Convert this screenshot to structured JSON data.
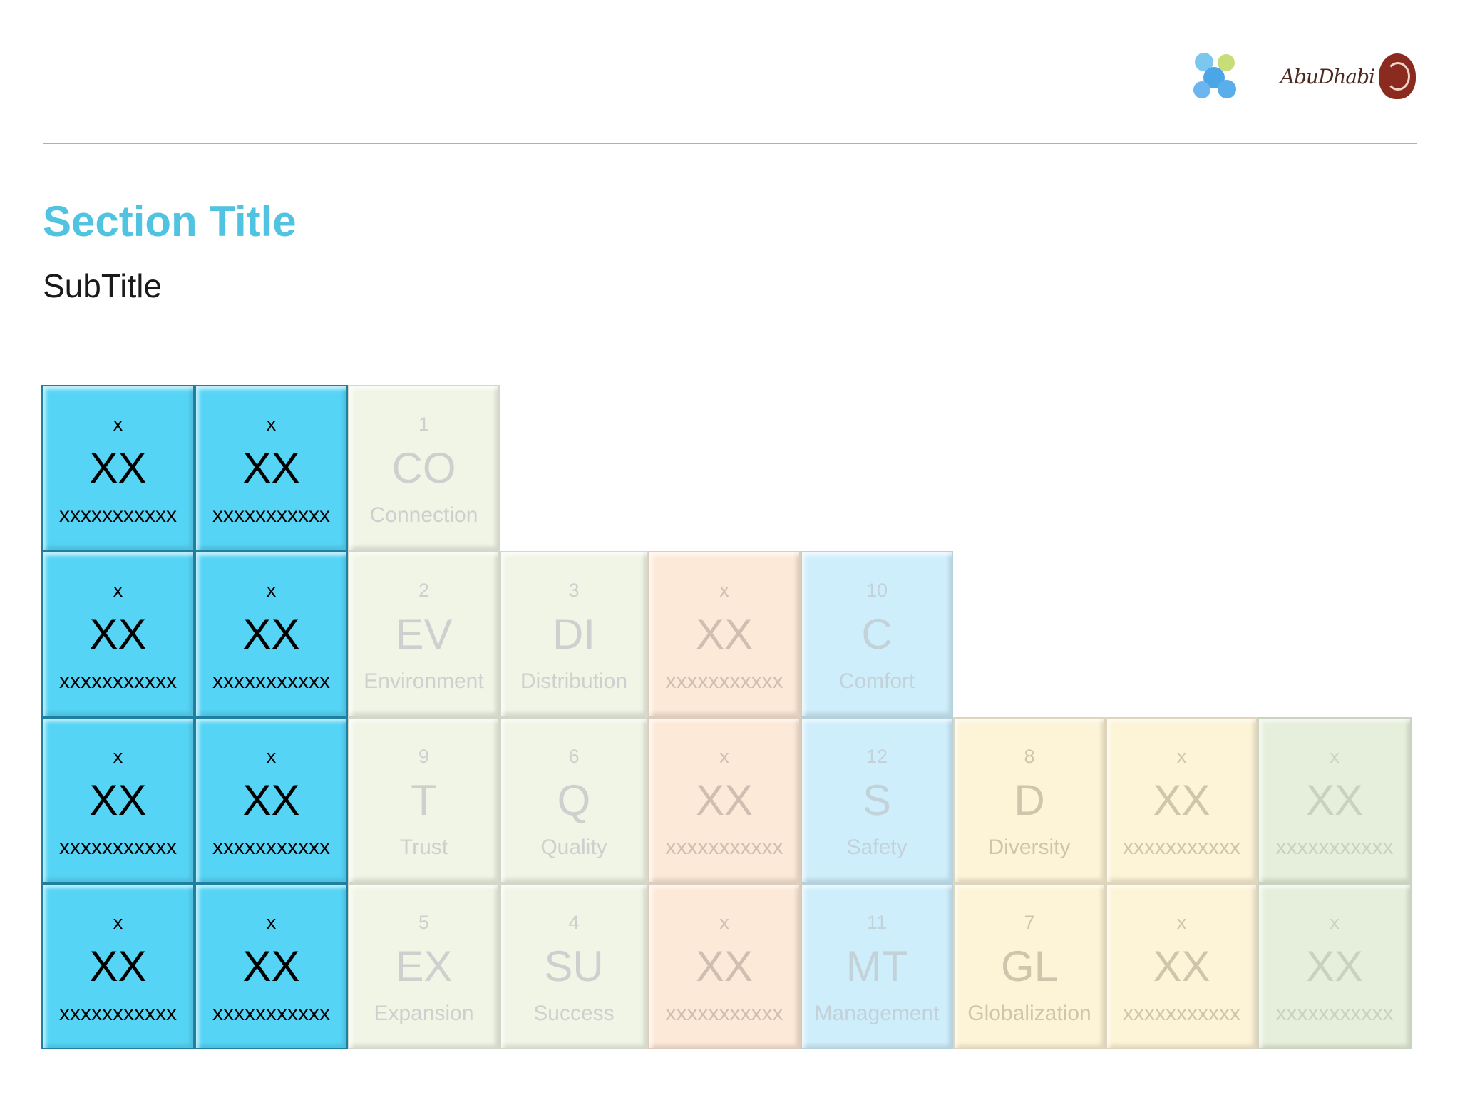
{
  "header": {
    "section_title": "Section Title",
    "subtitle": "SubTitle",
    "brand_text": "AbuDhabi"
  },
  "colors": {
    "accent": "#4fc3df",
    "blue_tile": "#55d4f5",
    "green_tile": "#f0f5e6",
    "peach_tile": "#fde9d7",
    "sky_tile": "#cfeefb",
    "cream_tile": "#fdf3d7",
    "mint_tile": "#e6efdb"
  },
  "grid": {
    "columns": 9,
    "rows": 4,
    "tiles": [
      {
        "row": 1,
        "col": 1,
        "style": "blue",
        "num": "x",
        "sym": "XX",
        "name": "xxxxxxxxxxx"
      },
      {
        "row": 1,
        "col": 2,
        "style": "blue",
        "num": "x",
        "sym": "XX",
        "name": "xxxxxxxxxxx"
      },
      {
        "row": 1,
        "col": 3,
        "style": "green",
        "num": "1",
        "sym": "CO",
        "name": "Connection"
      },
      {
        "row": 2,
        "col": 1,
        "style": "blue",
        "num": "x",
        "sym": "XX",
        "name": "xxxxxxxxxxx"
      },
      {
        "row": 2,
        "col": 2,
        "style": "blue",
        "num": "x",
        "sym": "XX",
        "name": "xxxxxxxxxxx"
      },
      {
        "row": 2,
        "col": 3,
        "style": "green",
        "num": "2",
        "sym": "EV",
        "name": "Environment"
      },
      {
        "row": 2,
        "col": 4,
        "style": "green",
        "num": "3",
        "sym": "DI",
        "name": "Distribution"
      },
      {
        "row": 2,
        "col": 5,
        "style": "peach",
        "num": "x",
        "sym": "XX",
        "name": "xxxxxxxxxxx"
      },
      {
        "row": 2,
        "col": 6,
        "style": "sky",
        "num": "10",
        "sym": "C",
        "name": "Comfort"
      },
      {
        "row": 3,
        "col": 1,
        "style": "blue",
        "num": "x",
        "sym": "XX",
        "name": "xxxxxxxxxxx"
      },
      {
        "row": 3,
        "col": 2,
        "style": "blue",
        "num": "x",
        "sym": "XX",
        "name": "xxxxxxxxxxx"
      },
      {
        "row": 3,
        "col": 3,
        "style": "green",
        "num": "9",
        "sym": "T",
        "name": "Trust"
      },
      {
        "row": 3,
        "col": 4,
        "style": "green",
        "num": "6",
        "sym": "Q",
        "name": "Quality"
      },
      {
        "row": 3,
        "col": 5,
        "style": "peach",
        "num": "x",
        "sym": "XX",
        "name": "xxxxxxxxxxx"
      },
      {
        "row": 3,
        "col": 6,
        "style": "sky",
        "num": "12",
        "sym": "S",
        "name": "Safety"
      },
      {
        "row": 3,
        "col": 7,
        "style": "cream",
        "num": "8",
        "sym": "D",
        "name": "Diversity"
      },
      {
        "row": 3,
        "col": 8,
        "style": "cream",
        "num": "x",
        "sym": "XX",
        "name": "xxxxxxxxxxx"
      },
      {
        "row": 3,
        "col": 9,
        "style": "mint",
        "num": "x",
        "sym": "XX",
        "name": "xxxxxxxxxxx"
      },
      {
        "row": 4,
        "col": 1,
        "style": "blue",
        "num": "x",
        "sym": "XX",
        "name": "xxxxxxxxxxx"
      },
      {
        "row": 4,
        "col": 2,
        "style": "blue",
        "num": "x",
        "sym": "XX",
        "name": "xxxxxxxxxxx"
      },
      {
        "row": 4,
        "col": 3,
        "style": "green",
        "num": "5",
        "sym": "EX",
        "name": "Expansion"
      },
      {
        "row": 4,
        "col": 4,
        "style": "green",
        "num": "4",
        "sym": "SU",
        "name": "Success"
      },
      {
        "row": 4,
        "col": 5,
        "style": "peach",
        "num": "x",
        "sym": "XX",
        "name": "xxxxxxxxxxx"
      },
      {
        "row": 4,
        "col": 6,
        "style": "sky",
        "num": "11",
        "sym": "MT",
        "name": "Management"
      },
      {
        "row": 4,
        "col": 7,
        "style": "cream",
        "num": "7",
        "sym": "GL",
        "name": "Globalization"
      },
      {
        "row": 4,
        "col": 8,
        "style": "cream",
        "num": "x",
        "sym": "XX",
        "name": "xxxxxxxxxxx"
      },
      {
        "row": 4,
        "col": 9,
        "style": "mint",
        "num": "x",
        "sym": "XX",
        "name": "xxxxxxxxxxx"
      }
    ]
  }
}
